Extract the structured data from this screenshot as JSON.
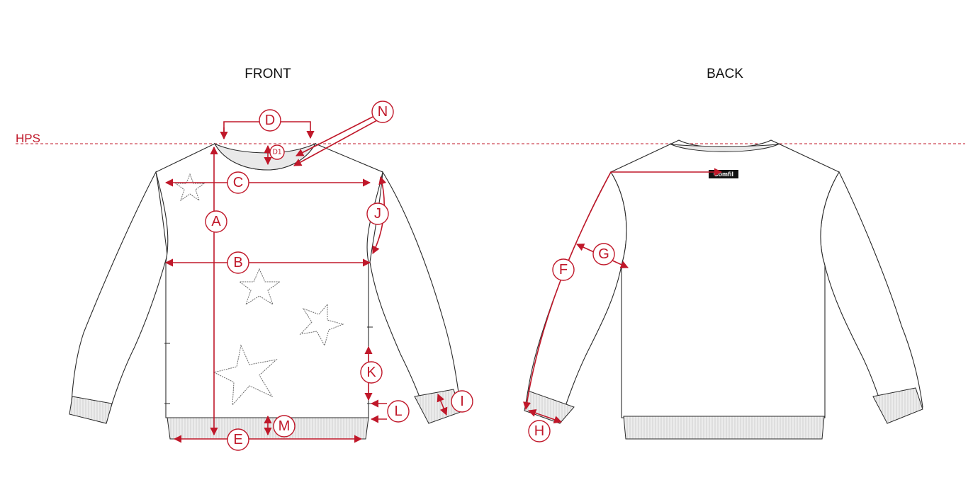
{
  "views": {
    "front_title": "FRONT",
    "back_title": "BACK"
  },
  "reference": {
    "hps_label": "HPS"
  },
  "brand_label": "Comfil",
  "points": {
    "A": "A",
    "B": "B",
    "C": "C",
    "D": "D",
    "D1": "D1",
    "E": "E",
    "F": "F",
    "G": "G",
    "H": "H",
    "I": "I",
    "J": "J",
    "K": "K",
    "L": "L",
    "M": "M",
    "N": "N"
  },
  "colors": {
    "measurement": "#c0182a",
    "outline": "#2a2a2a",
    "rib": "#e9e9e9"
  },
  "icons": [
    "star-print-icon"
  ]
}
